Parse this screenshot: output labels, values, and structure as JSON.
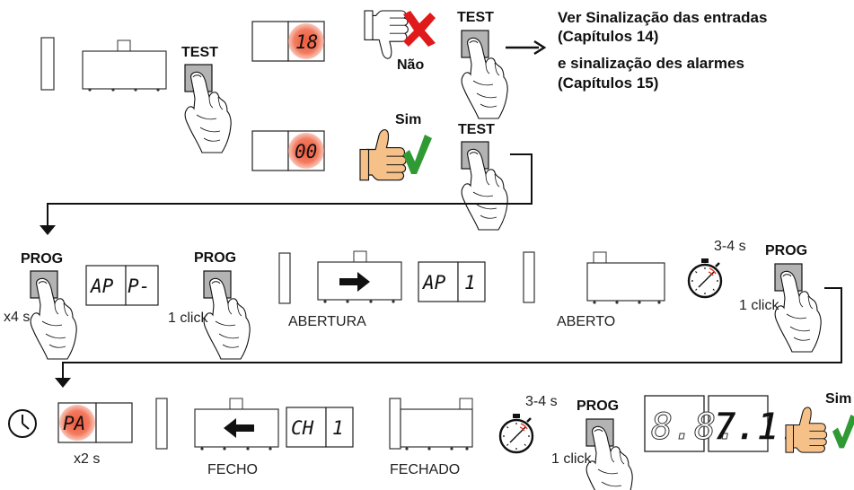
{
  "row1": {
    "test_label_1": "TEST",
    "display_value_1": "18",
    "no_label": "Não",
    "test_label_2": "TEST",
    "note_line1": "Ver Sinalização das entradas",
    "note_line2": "(Capítulos 14)",
    "note_line3": "e sinalização des alarmes",
    "note_line4": "(Capítulos 15)"
  },
  "row1b": {
    "display_value_2": "00",
    "yes_label": "Sim",
    "test_label_3": "TEST"
  },
  "row2": {
    "prog_label_1": "PROG",
    "hold_label_1": "x4 s",
    "display_a1": "AP",
    "display_a2": "P-",
    "prog_label_2": "PROG",
    "click_label_1": "1 click",
    "opening_label": "ABERTURA",
    "display_b1": "AP",
    "display_b2": "1",
    "open_label": "ABERTO",
    "time_label_1": "3-4 s",
    "prog_label_3": "PROG",
    "click_label_2": "1 click"
  },
  "row3": {
    "display_c1": "PA",
    "hold_label_2": "x2 s",
    "closing_label": "FECHO",
    "display_d1": "CH",
    "display_d2": "1",
    "closed_label": "FECHADO",
    "time_label_2": "3-4 s",
    "prog_label_4": "PROG",
    "click_label_3": "1 click",
    "display_e1": "8.8.",
    "display_e2": "7.1.",
    "yes_label_2": "Sim"
  },
  "colors": {
    "led_red": "#e8301f",
    "led_glow": "#f4836a",
    "check_green": "#2f9a33",
    "cross_red": "#e0191a",
    "button_gray": "#b3b3b3"
  }
}
